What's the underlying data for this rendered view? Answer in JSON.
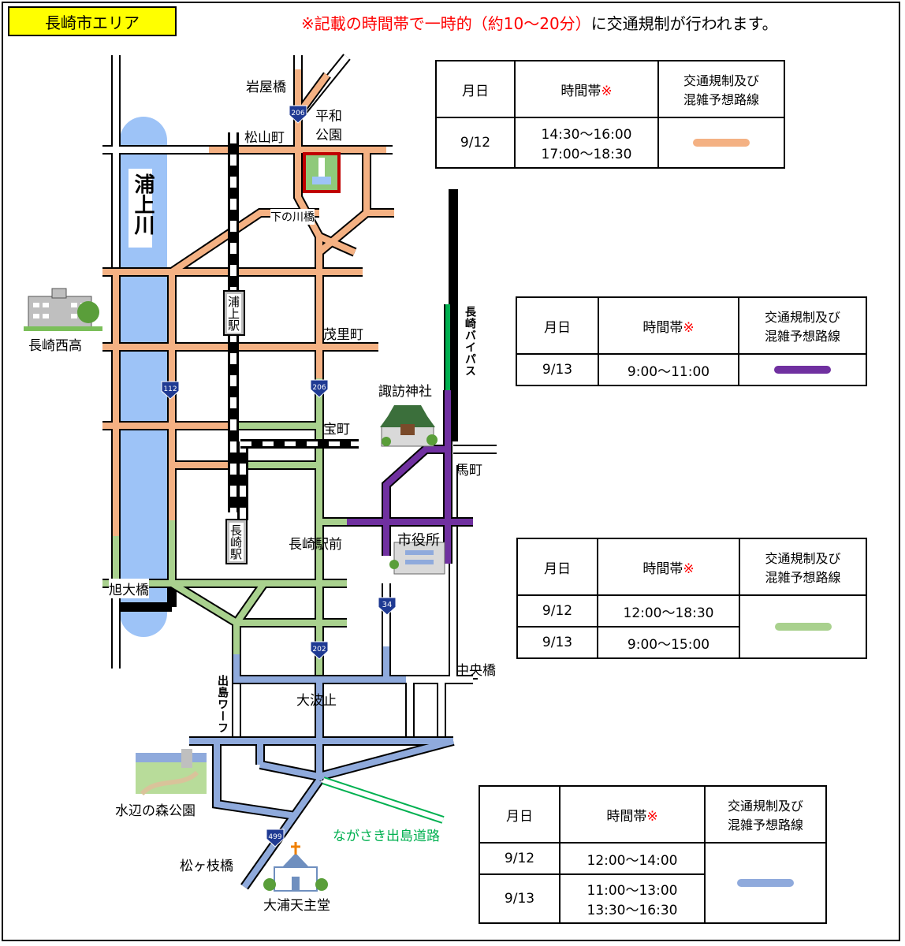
{
  "header": {
    "area": "長崎市エリア",
    "notice_prefix": "※記載の時間帯で",
    "notice_highlight": "一時的（約10〜20分）",
    "notice_suffix": "に交通規制が行われます。"
  },
  "table_headers": {
    "date": "月日",
    "time": "時間帯",
    "mark": "※",
    "route_line1": "交通規制及び",
    "route_line2": "混雑予想路線"
  },
  "schedules": [
    {
      "color": "#f4b183",
      "rows": [
        {
          "date": "9/12",
          "times": [
            "14:30〜16:00",
            "17:00〜18:30"
          ]
        }
      ]
    },
    {
      "color": "#7030a0",
      "rows": [
        {
          "date": "9/13",
          "times": [
            "9:00〜11:00"
          ]
        }
      ]
    },
    {
      "color": "#a9d18e",
      "rows": [
        {
          "date": "9/12",
          "times": [
            "12:00〜18:30"
          ]
        },
        {
          "date": "9/13",
          "times": [
            "9:00〜15:00"
          ]
        }
      ]
    },
    {
      "color": "#8faadc",
      "rows": [
        {
          "date": "9/12",
          "times": [
            "12:00〜14:00"
          ]
        },
        {
          "date": "9/13",
          "times": [
            "11:00〜13:00",
            "13:30〜16:30"
          ]
        }
      ]
    }
  ],
  "map": {
    "river": "浦上川",
    "stations": {
      "urakami": "浦上駅",
      "nagasaki": "長崎駅"
    },
    "route_numbers": {
      "r206a": "206",
      "r206b": "206",
      "r112": "112",
      "r34": "34",
      "r202": "202",
      "r499": "499"
    },
    "places": {
      "iwayabashi": "岩屋橋",
      "heiwa_koen": "平和\n公園",
      "matsuyama": "松山町",
      "shimonokawabashi": "下の川橋",
      "nagasaki_nishi": "長崎西高",
      "moriyamachi": "茂里町",
      "nagasaki_bypass": "長崎バイパス",
      "suwa_jinja": "諏訪神社",
      "takaramachi": "宝町",
      "umamachi": "馬町",
      "nagasaki_ekimae": "長崎駅前",
      "shiyakusho": "市役所",
      "asahi_ohashi": "旭大橋",
      "chuobashi": "中央橋",
      "dejima_wharf": "出島ワーフ",
      "ohato": "大波止",
      "mizube_park": "水辺の森公園",
      "dejima_road": "ながさき出島道路",
      "matsugaebashi": "松ヶ枝橋",
      "oura_church": "大浦天主堂"
    }
  },
  "colors": {
    "orange": "#f4b183",
    "purple": "#7030a0",
    "green": "#a9d18e",
    "blue": "#8faadc",
    "road_outline": "#000000",
    "river": "#9dc3f7",
    "expressway": "#00b050",
    "highlight": "#ffff00"
  }
}
